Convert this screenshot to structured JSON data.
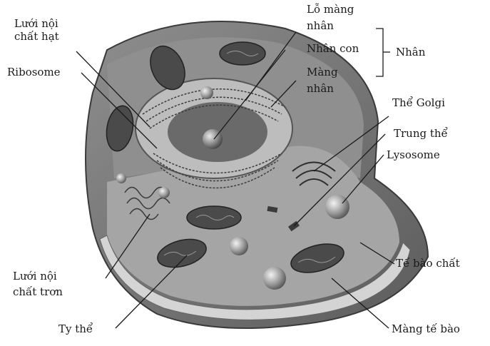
{
  "labels": {
    "luoi_noi_chat_hat": [
      "Lưới nội",
      "chất hạt"
    ],
    "ribosome": "Ribosome",
    "lo_mang_nhan": [
      "Lỗ màng",
      "nhân"
    ],
    "nhan_con": "Nhân con",
    "mang_nhan": [
      "Màng",
      "nhân"
    ],
    "nhan": "Nhân",
    "the_golgi": "Thể Golgi",
    "trung_the": "Trung thể",
    "lysosome": "Lysosome",
    "te_bao_chat": "Tế bào chất",
    "luoi_noi_chat_tron": [
      "Lưới nội",
      "chất trơn"
    ],
    "ty_the": "Ty thể",
    "mang_te_bao": "Màng tế bào"
  },
  "colors": {
    "membrane_dark": "#6e6e6e",
    "cytoplasm": "#a9a9a9",
    "cut_face": "#c9c9c9",
    "organelle": "#4a4a4a",
    "label_line": "#1a1a1a"
  }
}
